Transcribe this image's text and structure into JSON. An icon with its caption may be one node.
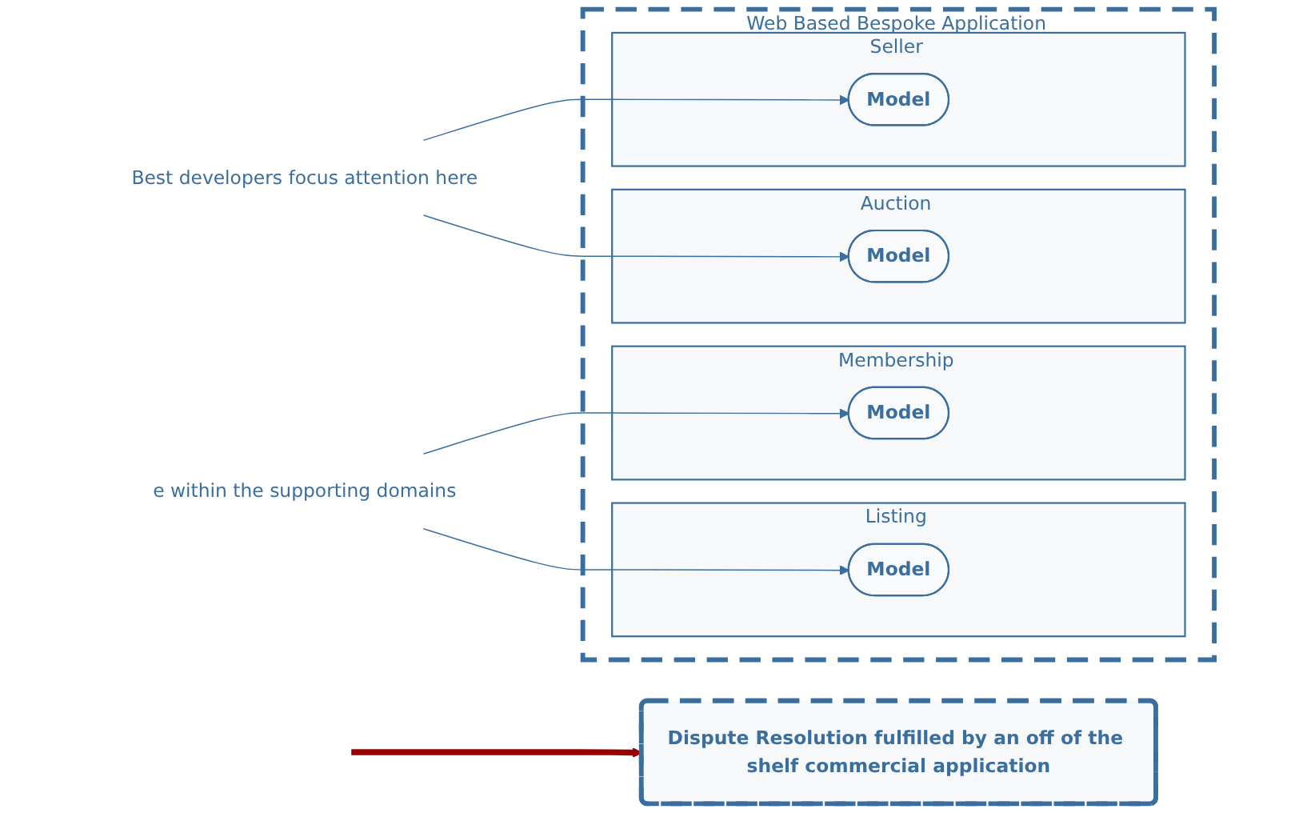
{
  "diagram": {
    "nodes": [
      {
        "text": [
          "Web Based Bespoke Application"
        ]
      },
      {
        "text": [
          "Membership"
        ],
        "in": 0
      },
      {
        "text": [
          "Model"
        ],
        "in": 1
      },
      {
        "text": [
          "Seller"
        ],
        "in": 0
      },
      {
        "text": [
          "Model"
        ],
        "in": 3
      },
      {
        "text": [
          "Auction"
        ],
        "in": 0
      },
      {
        "text": [
          "Model"
        ],
        "in": 5
      },
      {
        "text": [
          "Listing"
        ],
        "in": 0
      },
      {
        "text": [
          "Model"
        ],
        "in": 7
      },
      {
        "text": [
          "Dispute Resolution fulfilled by an off of the shelf commercial application"
        ]
      },
      {
        "text": [
          "Best developers focus attention here"
        ]
      },
      {
        "text": [
          "e within the supporting domains"
        ]
      }
    ],
    "edges": [
      {
        "from": 10,
        "to": 4,
        "arrow": "to"
      },
      {
        "from": 10,
        "to": 6,
        "arrow": "to"
      },
      {
        "from": 11,
        "to": 2,
        "arrow": "to"
      },
      {
        "from": 11,
        "to": 8,
        "arrow": "to"
      },
      {
        "from": null,
        "to": 9,
        "arrow": "to",
        "style": "thick",
        "color": "#990000"
      }
    ]
  }
}
